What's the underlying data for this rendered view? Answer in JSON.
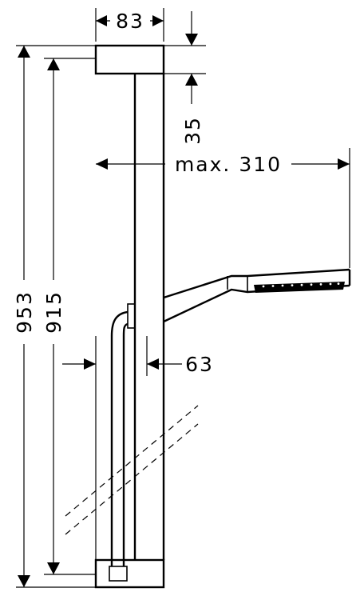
{
  "diagram": {
    "dimensions": {
      "bar_width": "83",
      "top_offset": "35",
      "reach": "max. 310",
      "height_total": "953",
      "height_inner": "915",
      "hose_offset": "63"
    }
  }
}
